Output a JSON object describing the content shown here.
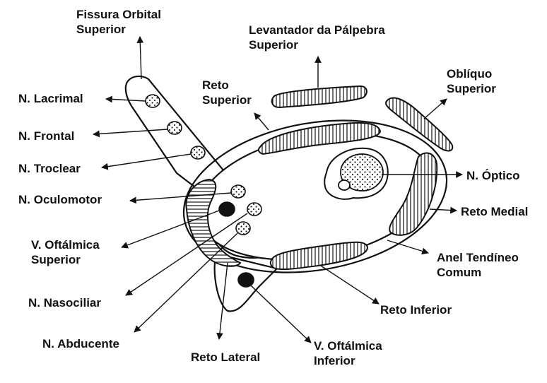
{
  "diagram": {
    "labels": {
      "fissura_orbital_superior": [
        "Fissura Orbital",
        "Superior"
      ],
      "levantador": [
        "Levantador da Pálpebra",
        "Superior"
      ],
      "reto_superior": [
        "Reto",
        "Superior"
      ],
      "obliquo_superior": [
        "Oblíquo",
        "Superior"
      ],
      "n_lacrimal": "N. Lacrimal",
      "n_frontal": "N. Frontal",
      "n_troclear": "N. Troclear",
      "n_oculomotor": "N. Oculomotor",
      "v_oftalmica_superior": [
        "V. Oftálmica",
        "Superior"
      ],
      "n_nasociliar": "N. Nasociliar",
      "n_abducente": "N. Abducente",
      "reto_lateral": "Reto Lateral",
      "v_oftalmica_inferior": [
        "V. Oftálmica",
        "Inferior"
      ],
      "reto_inferior": "Reto Inferior",
      "anel_tendineo_comum": [
        "Anel Tendíneo",
        "Comum"
      ],
      "reto_medial": "Reto Medial",
      "n_optico": "N. Óptico"
    }
  }
}
